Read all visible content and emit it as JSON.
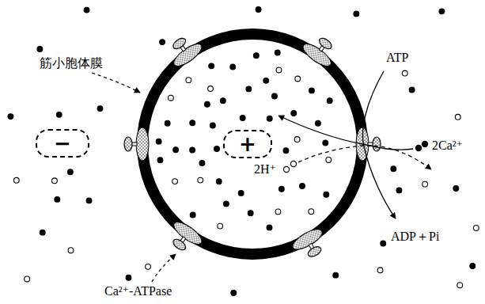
{
  "diagram": {
    "nodes": [
      {
        "text": [
          "−"
        ]
      },
      {
        "text": [
          "+"
        ]
      }
    ],
    "labels": [
      "筋小胞体膜",
      "ATP",
      "2Ca²⁺",
      "2H⁺",
      "ADP＋Pi",
      "Ca²⁺-ATPase"
    ]
  }
}
